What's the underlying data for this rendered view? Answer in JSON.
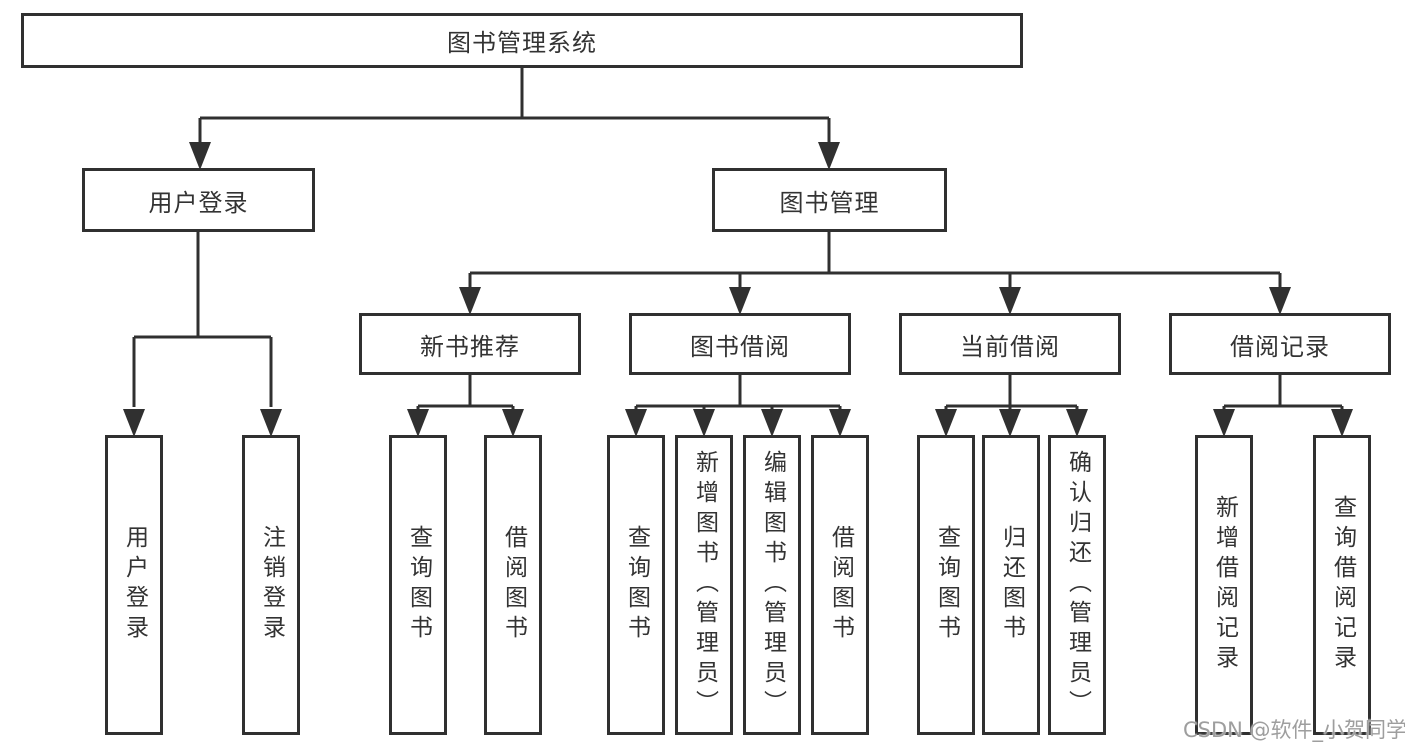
{
  "diagram": {
    "title": "图书管理系统",
    "tree": {
      "root": {
        "label": "图书管理系统"
      },
      "level2": [
        {
          "label": "用户登录",
          "children": [
            {
              "label": "用户登录"
            },
            {
              "label": "注销登录"
            }
          ]
        },
        {
          "label": "图书管理",
          "children": [
            {
              "label": "新书推荐",
              "children": [
                {
                  "label": "查询图书"
                },
                {
                  "label": "借阅图书"
                }
              ]
            },
            {
              "label": "图书借阅",
              "children": [
                {
                  "label": "查询图书"
                },
                {
                  "label": "新增图书（管理员）"
                },
                {
                  "label": "编辑图书（管理员）"
                },
                {
                  "label": "借阅图书"
                }
              ]
            },
            {
              "label": "当前借阅",
              "children": [
                {
                  "label": "查询图书"
                },
                {
                  "label": "归还图书"
                },
                {
                  "label": "确认归还（管理员）"
                }
              ]
            },
            {
              "label": "借阅记录",
              "children": [
                {
                  "label": "新增借阅记录"
                },
                {
                  "label": "查询借阅记录"
                }
              ]
            }
          ]
        }
      ]
    },
    "colors": {
      "line": "#303030",
      "text": "#333333",
      "background": "#ffffff",
      "watermark": "#9e9e9e"
    }
  },
  "watermark": {
    "text": "CSDN @软件_小贺同学"
  }
}
